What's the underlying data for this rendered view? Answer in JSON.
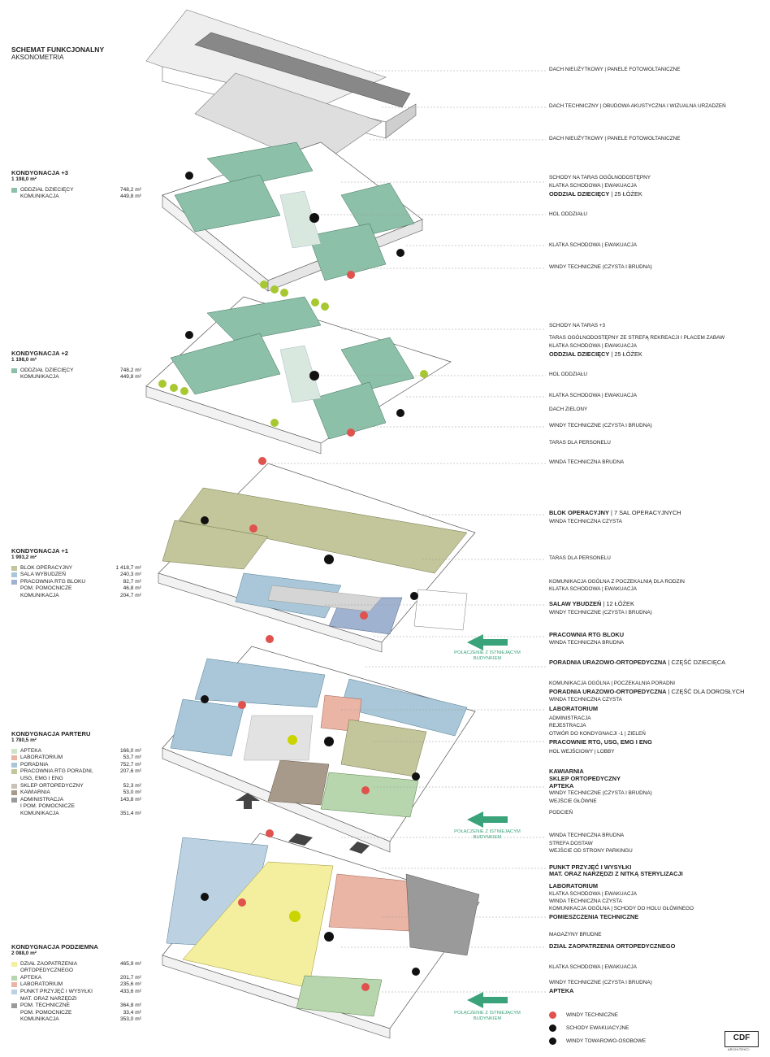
{
  "header": {
    "title": "SCHEMAT FUNKCJONALNY",
    "subtitle": "AKSONOMETRIA"
  },
  "colors": {
    "teal": "#8cc0a8",
    "olive": "#c3c69a",
    "blue": "#a9c7d8",
    "lightblue": "#bcd2e2",
    "salmon": "#eab5a5",
    "green": "#b8d6ae",
    "yellow": "#f4ef9e",
    "brown": "#a89a8a",
    "grey": "#9a9a9a",
    "lightgrey": "#d8d8d8",
    "accent_green": "#3aa37a",
    "red": "#e0524d"
  },
  "levels": [
    {
      "name": "KONDYGNACJA +3",
      "area": "1 198,0 m²",
      "items": [
        {
          "label": "ODDZIAŁ DZIECIĘCY",
          "value": "748,2 m²",
          "color": "#8cc0a8"
        },
        {
          "label": "KOMUNIKACJA",
          "value": "449,8 m²",
          "color": ""
        }
      ]
    },
    {
      "name": "KONDYGNACJA +2",
      "area": "1 198,0 m²",
      "items": [
        {
          "label": "ODDZIAŁ DZIECIĘCY",
          "value": "748,2 m²",
          "color": "#8cc0a8"
        },
        {
          "label": "KOMUNIKACJA",
          "value": "449,8 m²",
          "color": ""
        }
      ]
    },
    {
      "name": "KONDYGNACJA +1",
      "area": "1 993,2 m²",
      "items": [
        {
          "label": "BLOK OPERACYJNY",
          "value": "1 418,7 m²",
          "color": "#c3c69a"
        },
        {
          "label": "SALA WYBUDZEŃ",
          "value": "240,3 m²",
          "color": "#a9c7d8"
        },
        {
          "label": "PRACOWNIA RTG BLOKU",
          "value": "82,7 m²",
          "color": "#9fb2cf"
        },
        {
          "label": "POM. POMOCNICZE",
          "value": "46,8 m²",
          "color": ""
        },
        {
          "label": "KOMUNIKACJA",
          "value": "204,7 m²",
          "color": ""
        }
      ]
    },
    {
      "name": "KONDYGNACJA PARTERU",
      "area": "1 780,5 m²",
      "items": [
        {
          "label": "APTEKA",
          "value": "166,0 m²",
          "color": "#cfe3c8"
        },
        {
          "label": "LABORATORIUM",
          "value": "53,7 m²",
          "color": "#eab5a5"
        },
        {
          "label": "PORADNIA",
          "value": "752,7 m²",
          "color": "#a9c7d8"
        },
        {
          "label": "PRACOWNIA RTG PORADNI,\nUSG, EMG I ENG",
          "value": "207,6 m²",
          "color": "#c3c69a"
        },
        {
          "label": "SKLEP ORTOPEDYCZNY",
          "value": "52,3 m²",
          "color": "#c8c2b8"
        },
        {
          "label": "KAWIARNIA",
          "value": "53,0 m²",
          "color": "#a89a8a"
        },
        {
          "label": "ADMINISTRACJA\nI POM. POMOCNICZE",
          "value": "143,8 m²",
          "color": "#9a9a9a"
        },
        {
          "label": "KOMUNIKACJA",
          "value": "351,4 m²",
          "color": ""
        }
      ]
    },
    {
      "name": "KONDYGNACJA PODZIEMNA",
      "area": "2 088,0 m²",
      "items": [
        {
          "label": "DZIAŁ ZAOPATRZENIA\nORTOPEDYCZNEGO",
          "value": "465,9 m²",
          "color": "#f4ef9e"
        },
        {
          "label": "APTEKA",
          "value": "201,7 m²",
          "color": "#b8d6ae"
        },
        {
          "label": "LABORATORIUM",
          "value": "235,6 m²",
          "color": "#eab5a5"
        },
        {
          "label": "PUNKT PRZYJĘĆ I WYSYŁKI\nMAT. ORAZ NARZĘDZI",
          "value": "433,6 m²",
          "color": "#bcd2e2"
        },
        {
          "label": "POM. TECHNICZNE",
          "value": "364,8 m²",
          "color": "#9a9a9a"
        },
        {
          "label": "POM. POMOCNICZE",
          "value": "33,4 m²",
          "color": ""
        },
        {
          "label": "KOMUNIKACJA",
          "value": "353,0 m²",
          "color": ""
        }
      ]
    }
  ],
  "callouts": [
    {
      "text": "DACH NIEUŻYTKOWY | PANELE FOTOWOLTANICZNE",
      "rest": ""
    },
    {
      "text": "DACH TECHNICZNY | OBUDOWA AKUSTYCZNA I WIZUALNA URZADZEŃ",
      "rest": ""
    },
    {
      "text": "DACH NIEUŻYTKOWY | PANELE FOTOWOLTANICZNE",
      "rest": ""
    },
    {
      "text": "SCHODY NA TARAS OGÓLNODOSTĘPNY",
      "rest": ""
    },
    {
      "text": "KLATKA SCHODOWA | EWAKUACJA",
      "rest": ""
    },
    {
      "text": "ODDZIAŁ DZIECIĘCY",
      "rest": " | 25 ŁÓŻEK"
    },
    {
      "text": "HOL ODDZIAŁU",
      "rest": ""
    },
    {
      "text": "KLATKA SCHODOWA | EWAKUACJA",
      "rest": ""
    },
    {
      "text": "WINDY TECHNICZNE (CZYSTA I BRUDNA)",
      "rest": ""
    },
    {
      "text": "SCHODY NA TARAS +3",
      "rest": ""
    },
    {
      "text": "TARAS OGÓLNODOSTĘPNY ZE STREFĄ REKREACJI I PLACEM ZABAW",
      "rest": ""
    },
    {
      "text": "KLATKA SCHODOWA | EWAKUACJA",
      "rest": ""
    },
    {
      "text": "ODDZIAŁ DZIECIĘCY",
      "rest": " | 25 ŁÓŻEK"
    },
    {
      "text": "HOL ODDZIAŁU",
      "rest": ""
    },
    {
      "text": "KLATKA SCHODOWA | EWAKUACJA",
      "rest": ""
    },
    {
      "text": "DACH ZIELONY",
      "rest": ""
    },
    {
      "text": "WINDY TECHNICZNE (CZYSTA I BRUDNA)",
      "rest": ""
    },
    {
      "text": "TARAS DLA PERSONELU",
      "rest": ""
    },
    {
      "text": "WINDA TECHNICZNA BRUDNA",
      "rest": ""
    },
    {
      "text": "BLOK OPERACYJNY",
      "rest": " | 7 SAL OPERACYJNYCH"
    },
    {
      "text": "WINDA TECHNICZNA CZYSTA",
      "rest": ""
    },
    {
      "text": "TARAS DLA PERSONELU",
      "rest": ""
    },
    {
      "text": "KOMUNIKACJA OGÓLNA Z POCZEKALNIĄ DLA RODZIN",
      "rest": ""
    },
    {
      "text": "KLATKA SCHODOWA | EWAKUACJA",
      "rest": ""
    },
    {
      "text": "SALAW YBUDZEŃ",
      "rest": " | 12 ŁÓŻEK"
    },
    {
      "text": "WINDY TECHNICZNE (CZYSTA I BRUDNA)",
      "rest": ""
    },
    {
      "text": "PRACOWNIA RTG BLOKU",
      "rest": ""
    },
    {
      "text": "WINDA TECHNICZNA BRUDNA",
      "rest": ""
    },
    {
      "text": "PORADNIA URAZOWO-ORTOPEDYCZNA",
      "rest": " | CZĘŚĆ DZIECIĘCA"
    },
    {
      "text": "KOMUNIKACJA OGÓLNA | POCZEKALNIA PORADNI",
      "rest": ""
    },
    {
      "text": "PORADNIA URAZOWO-ORTOPEDYCZNA",
      "rest": " | CZĘŚĆ DLA DOROSŁYCH"
    },
    {
      "text": "WINDA TECHNICZNA CZYSTA",
      "rest": ""
    },
    {
      "text": "LABORATORIUM",
      "rest": ""
    },
    {
      "text": "ADMINISTRACJA",
      "rest": ""
    },
    {
      "text": "REJESTRACJA",
      "rest": ""
    },
    {
      "text": "OTWÓR DO KONDYGNACJI -1 | ZIELEŃ",
      "rest": ""
    },
    {
      "text": "PRACOWNIE RTG, USG, EMG I ENG",
      "rest": ""
    },
    {
      "text": "HOL WEJŚCIOWY | LOBBY",
      "rest": ""
    },
    {
      "text": "KAWIARNIA",
      "rest": ""
    },
    {
      "text": "SKLEP ORTOPEDYCZNY",
      "rest": ""
    },
    {
      "text": "APTEKA",
      "rest": ""
    },
    {
      "text": "WINDY TECHNICZNE (CZYSTA I BRUDNA)",
      "rest": ""
    },
    {
      "text": "WEJŚCIE GŁÓWNE",
      "rest": ""
    },
    {
      "text": "PODCIEŃ",
      "rest": ""
    },
    {
      "text": "WINDA TECHNICZNA BRUDNA",
      "rest": ""
    },
    {
      "text": "STREFA DOSTAW",
      "rest": ""
    },
    {
      "text": "WEJŚCIE OD STRONY PARKINGU",
      "rest": ""
    },
    {
      "text": "PUNKT PRZYJĘĆ I WYSYŁKI",
      "rest": ""
    },
    {
      "text": "MAT. ORAZ NARZĘDZI Z NITKĄ STERYLIZACJI",
      "rest": ""
    },
    {
      "text": "LABORATORIUM",
      "rest": ""
    },
    {
      "text": "KLATKA SCHODOWA | EWAKUACJA",
      "rest": ""
    },
    {
      "text": "WINDA TECHNICZNA CZYSTA",
      "rest": ""
    },
    {
      "text": "KOMUNIKACJA OGÓLNA | SCHODY DO HOLU GŁÓWNEGO",
      "rest": ""
    },
    {
      "text": "POMIESZCZENIA TECHNICZNE",
      "rest": ""
    },
    {
      "text": "MAGAZYNY BRUDNE",
      "rest": ""
    },
    {
      "text": "DZIAŁ ZAOPATRZENIA ORTOPEDYCZNEGO",
      "rest": ""
    },
    {
      "text": "KLATKA SCHODOWA | EWAKUACJA",
      "rest": ""
    },
    {
      "text": "WINDY TECHNICZNE (CZYSTA I BRUDNA)",
      "rest": ""
    },
    {
      "text": "APTEKA",
      "rest": ""
    }
  ],
  "connections": [
    {
      "line1": "POŁĄCZENIE Z ISTNIEJĄCYM",
      "line2": "BUDYNKIEM"
    },
    {
      "line1": "POŁĄCZENIE Z ISTNIEJĄCYM",
      "line2": "BUDYNKIEM"
    },
    {
      "line1": "POŁĄCZENIE Z ISTNIEJĄCYM",
      "line2": "BUDYNKIEM"
    }
  ],
  "legend": [
    {
      "label": "WINDY TECHNICZNE",
      "icon": "technical-elevator-icon"
    },
    {
      "label": "SCHODY EWAKUACYJNE",
      "icon": "evacuation-stairs-icon"
    },
    {
      "label": "WINDY TOWAROWO-OSOBOWE",
      "icon": "freight-elevator-icon"
    }
  ],
  "logo": {
    "text": "CDF",
    "sub": "ARCHITEKCI"
  }
}
